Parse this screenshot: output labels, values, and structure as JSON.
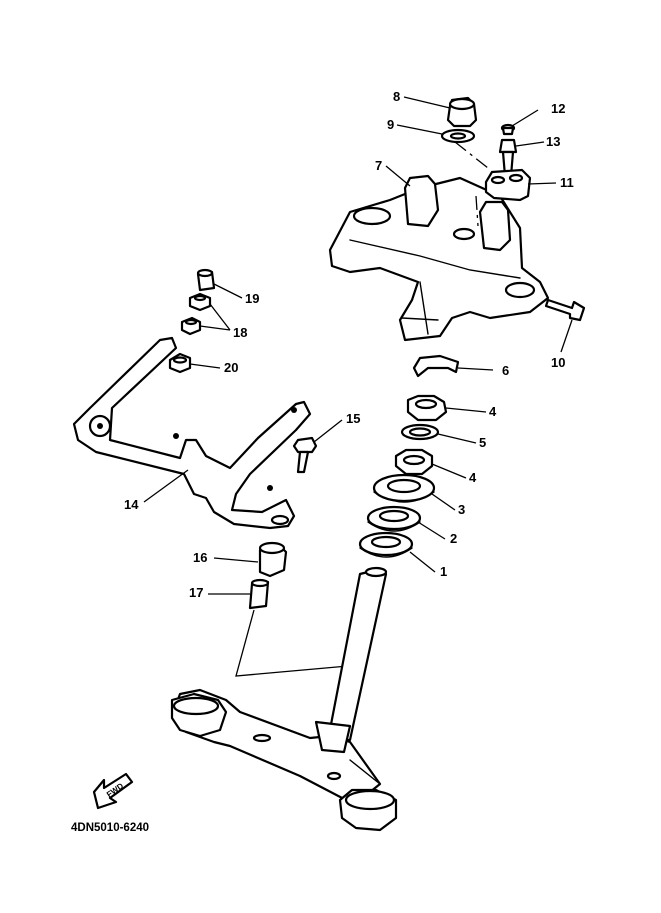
{
  "diagram_code": "4DN5010-6240",
  "fwd_label": "FWD",
  "callouts": {
    "c1": "1",
    "c2": "2",
    "c3": "3",
    "c4a": "4",
    "c4b": "4",
    "c5": "5",
    "c6": "6",
    "c7": "7",
    "c8": "8",
    "c9": "9",
    "c10": "10",
    "c11": "11",
    "c12": "12",
    "c13": "13",
    "c14": "14",
    "c15": "15",
    "c16": "16",
    "c17": "17",
    "c18": "18",
    "c19": "19",
    "c20": "20"
  }
}
